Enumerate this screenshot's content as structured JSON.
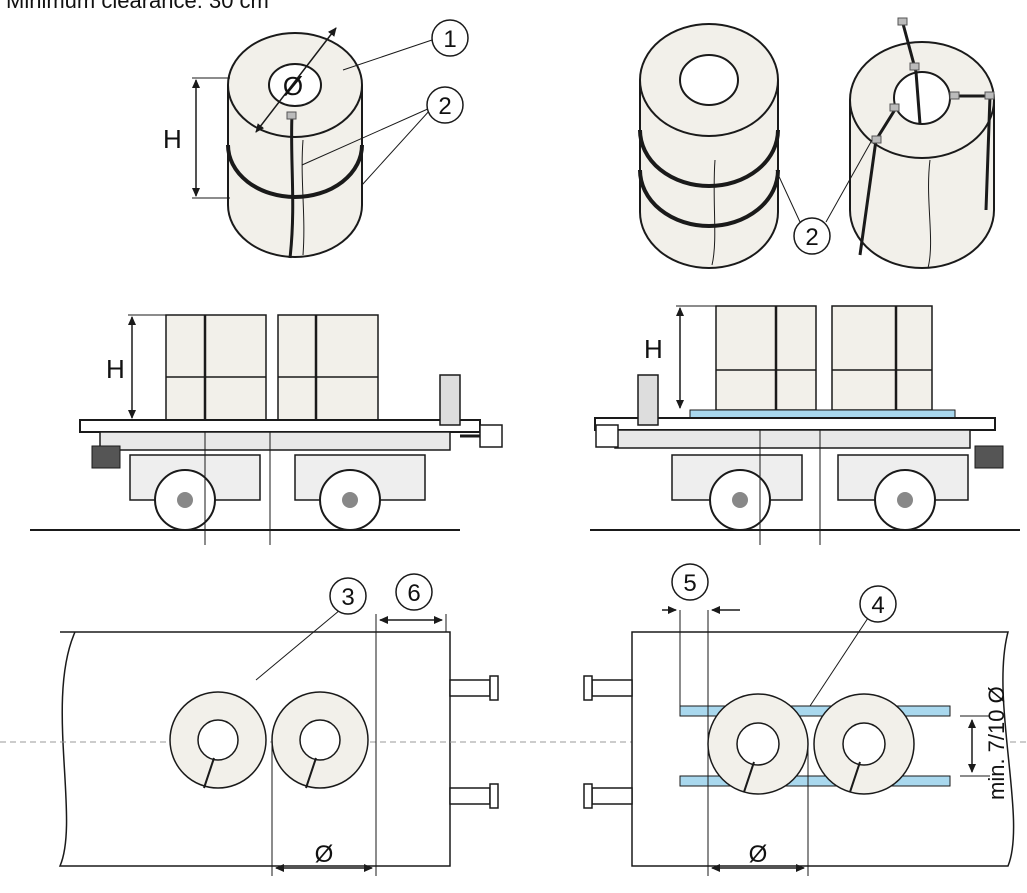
{
  "caption": "Minimum clearance: 30 cm",
  "labels": {
    "h": "H",
    "diameter": "Ø",
    "min_spacing": "min. 7/10 Ø"
  },
  "callouts": [
    "1",
    "2",
    "3",
    "4",
    "5",
    "6"
  ],
  "colors": {
    "coil_fill": "#f2f0ea",
    "spacer_blue": "#a9d8ee",
    "ink": "#1a1a1a",
    "wagon_floor": "#ffffff"
  }
}
